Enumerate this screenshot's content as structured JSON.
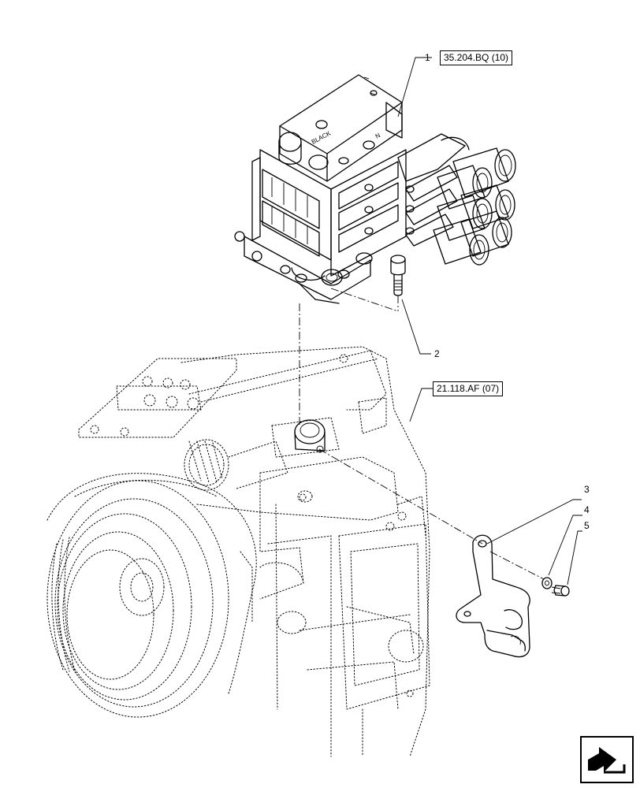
{
  "references": {
    "valve_ref": "35.204.BQ (10)",
    "housing_ref": "21.118.AF (07)"
  },
  "callouts": {
    "item1": "1",
    "item2": "2",
    "item3": "3",
    "item4": "4",
    "item5": "5"
  },
  "valve_markings": {
    "left": "BLACK",
    "right": "N"
  },
  "icons": {
    "navigation": "navigation-arrow-icon"
  }
}
